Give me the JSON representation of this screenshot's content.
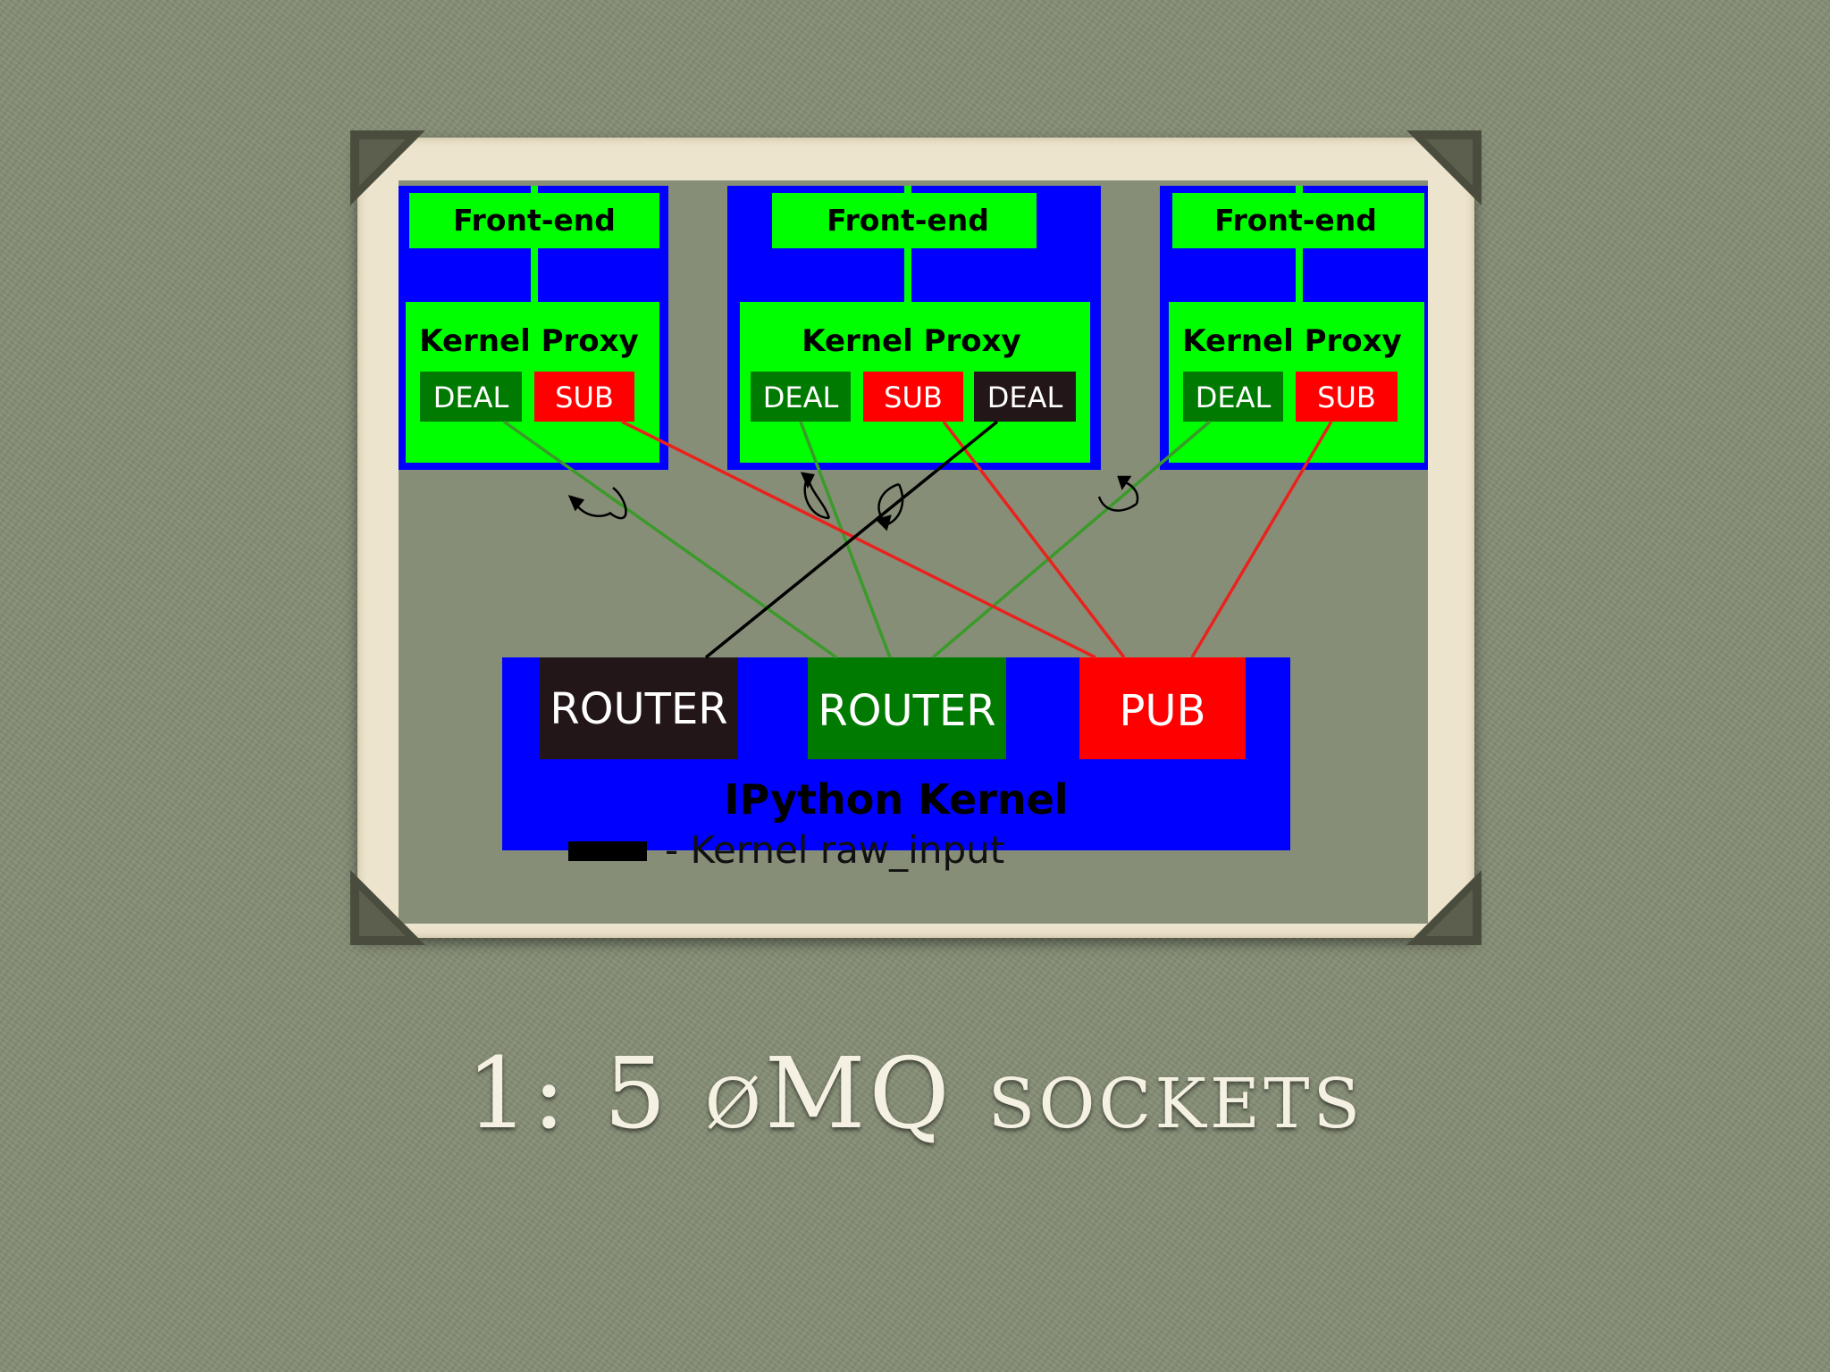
{
  "diagram": {
    "frontends": [
      {
        "frontend_label": "Front-end",
        "proxy_label": "Kernel Proxy",
        "sockets": [
          "DEAL",
          "SUB"
        ]
      },
      {
        "frontend_label": "Front-end",
        "proxy_label": "Kernel Proxy",
        "sockets": [
          "DEAL",
          "SUB",
          "DEAL"
        ]
      },
      {
        "frontend_label": "Front-end",
        "proxy_label": "Kernel Proxy",
        "sockets": [
          "DEAL",
          "SUB"
        ]
      }
    ],
    "kernel": {
      "label": "IPython Kernel",
      "sockets": [
        "ROUTER",
        "ROUTER",
        "PUB"
      ]
    },
    "legend": {
      "text": "- Kernel raw_input"
    },
    "colors": {
      "blue": "#0000ff",
      "green": "#00ff00",
      "dark_green": "#007a00",
      "red": "#ff0000",
      "dark": "#231618",
      "line_green": "#3a9a2a",
      "line_red": "#e8231d",
      "line_black": "#000000",
      "background": "#878e77"
    }
  },
  "slide": {
    "title": "1: 5 øMQ sockets"
  }
}
